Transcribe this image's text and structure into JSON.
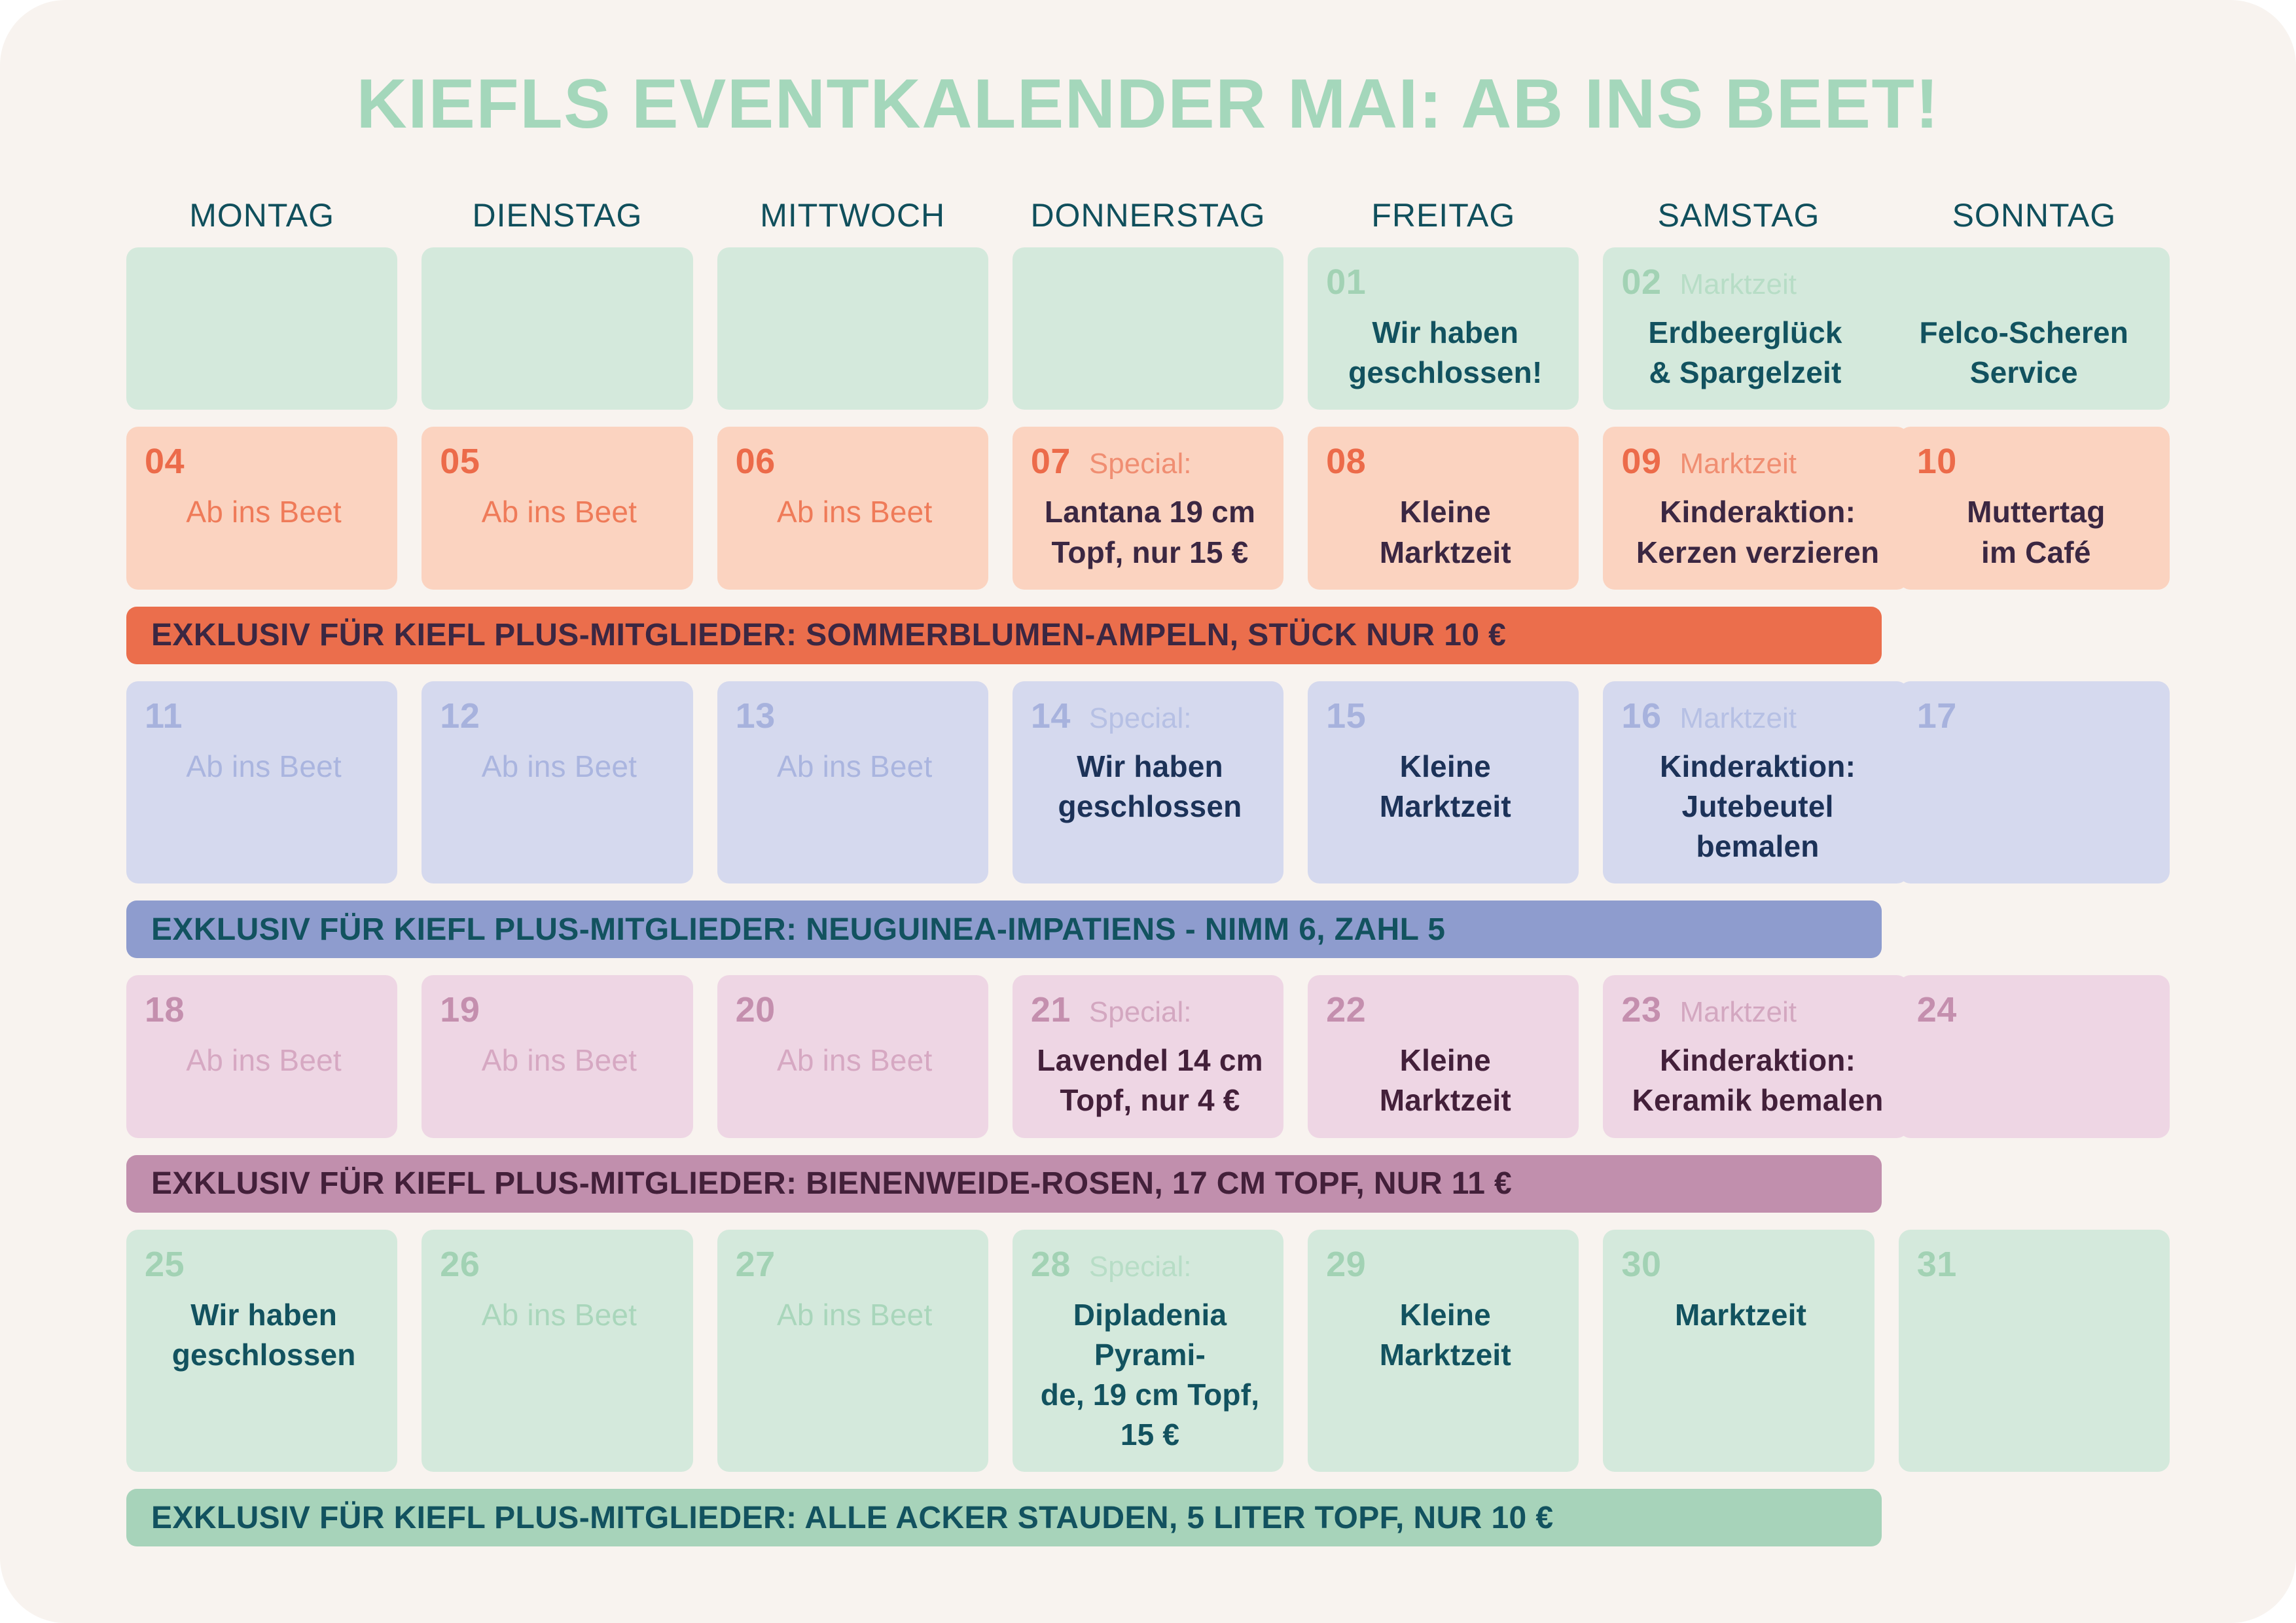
{
  "title": "KIEFLS EVENTKALENDER MAI: AB INS BEET!",
  "colors": {
    "page_background": "#f8f3ef",
    "title": "#a4d7bb",
    "weekday_header": "#104f5c",
    "green_cell": "#d4e9dc",
    "green_banner": "#a7d3ba",
    "orange_cell": "#fbd3c0",
    "orange_banner": "#eb6e4c",
    "blue_cell": "#d5d9ee",
    "blue_banner": "#8e9cce",
    "pink_cell": "#eed6e4",
    "pink_banner": "#c18fad"
  },
  "weekdays": [
    "MONTAG",
    "DIENSTAG",
    "MITTWOCH",
    "DONNERSTAG",
    "FREITAG",
    "SAMSTAG",
    "SONNTAG"
  ],
  "weeks": [
    {
      "theme": "green",
      "cells": [
        {
          "empty": true
        },
        {
          "empty": true
        },
        {
          "empty": true
        },
        {
          "empty": true
        },
        {
          "day": "01",
          "tag": "",
          "body": "Wir haben\ngeschlossen!"
        },
        {
          "day": "02",
          "tag": "Marktzeit",
          "span": 2,
          "body_left": "Erdbeerglück\n& Spargelzeit",
          "body_right": "Felco-Scheren\nService"
        }
      ],
      "banner": null
    },
    {
      "theme": "orange",
      "cells": [
        {
          "day": "04",
          "tag": "",
          "body": "Ab ins Beet",
          "muted": true
        },
        {
          "day": "05",
          "tag": "",
          "body": "Ab ins Beet",
          "muted": true
        },
        {
          "day": "06",
          "tag": "",
          "body": "Ab ins Beet",
          "muted": true
        },
        {
          "day": "07",
          "tag": "Special:",
          "body": "Lantana 19 cm\nTopf, nur 15 €"
        },
        {
          "day": "08",
          "tag": "",
          "body": "Kleine\nMarktzeit"
        },
        {
          "day": "09",
          "tag": "Marktzeit",
          "wide": true,
          "body": "Kinderaktion:\nKerzen verzieren"
        },
        {
          "day": "10",
          "tag": "",
          "body": "Muttertag\nim Café"
        }
      ],
      "banner": "EXKLUSIV FÜR KIEFL PLUS-MITGLIEDER: SOMMERBLUMEN-AMPELN, STÜCK NUR 10 €"
    },
    {
      "theme": "blue",
      "cells": [
        {
          "day": "11",
          "tag": "",
          "body": "Ab ins Beet",
          "muted": true
        },
        {
          "day": "12",
          "tag": "",
          "body": "Ab ins Beet",
          "muted": true
        },
        {
          "day": "13",
          "tag": "",
          "body": "Ab ins Beet",
          "muted": true
        },
        {
          "day": "14",
          "tag": "Special:",
          "body": "Wir haben\ngeschlossen"
        },
        {
          "day": "15",
          "tag": "",
          "body": "Kleine\nMarktzeit"
        },
        {
          "day": "16",
          "tag": "Marktzeit",
          "wide": true,
          "body": "Kinderaktion:\nJutebeutel bemalen"
        },
        {
          "day": "17",
          "tag": "",
          "body": ""
        }
      ],
      "banner": "EXKLUSIV FÜR KIEFL PLUS-MITGLIEDER: NEUGUINEA-IMPATIENS - NIMM 6, ZAHL 5"
    },
    {
      "theme": "pink",
      "cells": [
        {
          "day": "18",
          "tag": "",
          "body": "Ab ins Beet",
          "muted": true
        },
        {
          "day": "19",
          "tag": "",
          "body": "Ab ins Beet",
          "muted": true
        },
        {
          "day": "20",
          "tag": "",
          "body": "Ab ins Beet",
          "muted": true
        },
        {
          "day": "21",
          "tag": "Special:",
          "body": "Lavendel 14 cm\nTopf, nur 4 €"
        },
        {
          "day": "22",
          "tag": "",
          "body": "Kleine\nMarktzeit"
        },
        {
          "day": "23",
          "tag": "Marktzeit",
          "wide": true,
          "body": "Kinderaktion:\nKeramik bemalen"
        },
        {
          "day": "24",
          "tag": "",
          "body": ""
        }
      ],
      "banner": "EXKLUSIV FÜR KIEFL PLUS-MITGLIEDER: BIENENWEIDE-ROSEN, 17 CM TOPF, NUR 11 €"
    },
    {
      "theme": "green",
      "cells": [
        {
          "day": "25",
          "tag": "",
          "body": "Wir haben\ngeschlossen"
        },
        {
          "day": "26",
          "tag": "",
          "body": "Ab ins Beet",
          "muted": true
        },
        {
          "day": "27",
          "tag": "",
          "body": "Ab ins Beet",
          "muted": true
        },
        {
          "day": "28",
          "tag": "Special:",
          "body": "Dipladenia Pyrami-\nde, 19 cm Topf, 15 €"
        },
        {
          "day": "29",
          "tag": "",
          "body": "Kleine\nMarktzeit"
        },
        {
          "day": "30",
          "tag": "",
          "body": "Marktzeit"
        },
        {
          "day": "31",
          "tag": "",
          "body": ""
        }
      ],
      "banner": "EXKLUSIV FÜR KIEFL PLUS-MITGLIEDER: ALLE ACKER STAUDEN, 5 LITER TOPF, NUR 10 €"
    }
  ]
}
